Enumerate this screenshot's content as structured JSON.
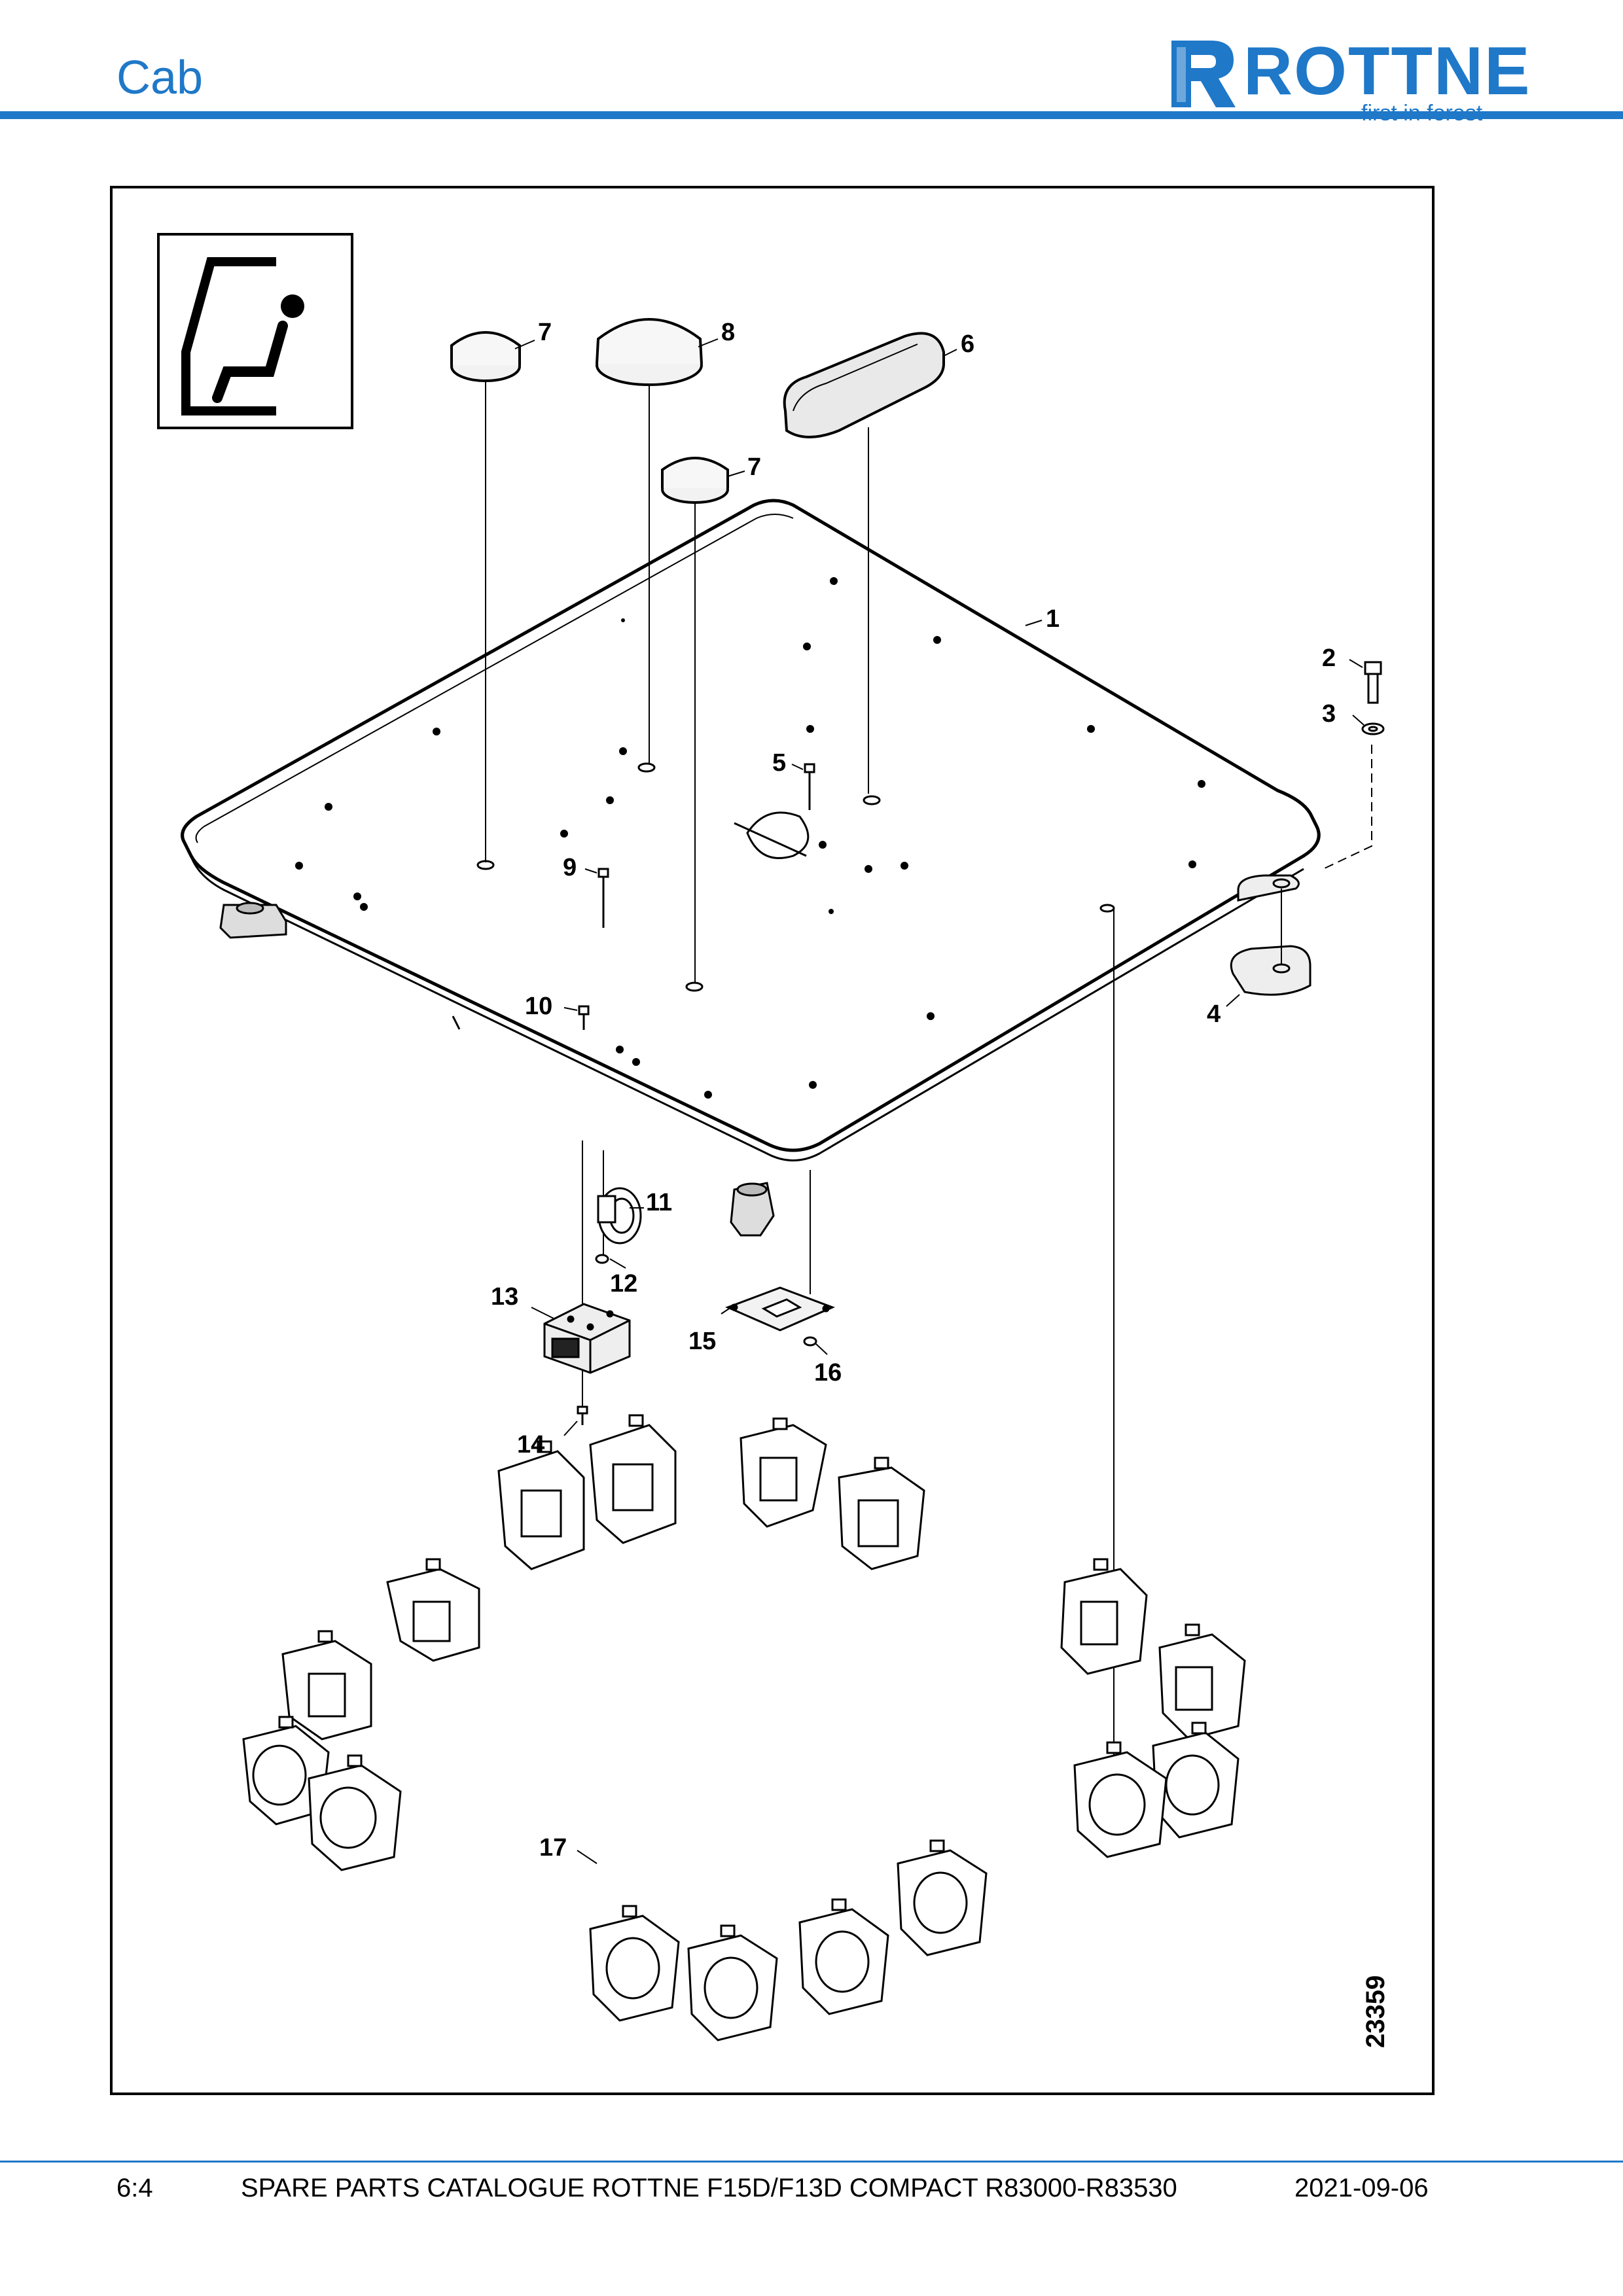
{
  "header": {
    "title": "Cab",
    "logo_text": "ROTTNE",
    "logo_tagline": "first in forest",
    "accent_color": "#1f78c8"
  },
  "figure": {
    "drawing_number": "23359",
    "callouts": [
      "1",
      "2",
      "3",
      "4",
      "5",
      "6",
      "7",
      "7",
      "8",
      "9",
      "10",
      "11",
      "12",
      "13",
      "14",
      "15",
      "16",
      "17"
    ],
    "pictogram": "seat-icon"
  },
  "footer": {
    "page_number": "6:4",
    "catalogue_title": "SPARE PARTS CATALOGUE ROTTNE F15D/F13D COMPACT R83000-R83530",
    "date": "2021-09-06"
  }
}
